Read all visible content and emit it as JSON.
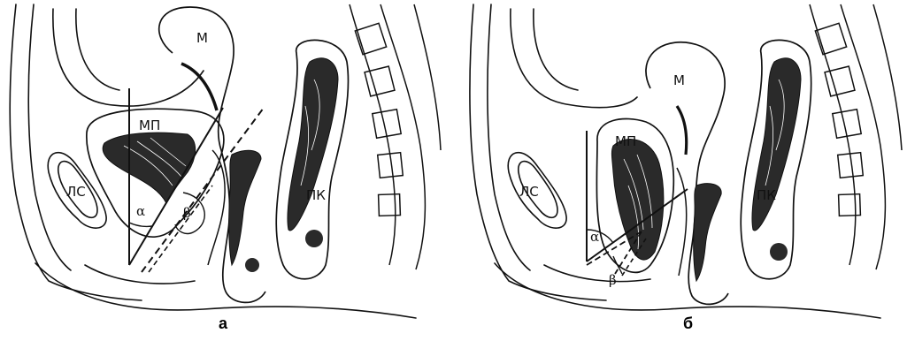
{
  "panels": [
    {
      "caption": "а",
      "labels": {
        "uterus": "М",
        "bladder": "МП",
        "pubic_symphysis": "ЛС",
        "rectum": "ПК",
        "alpha": "α",
        "beta": "β"
      }
    },
    {
      "caption": "б",
      "labels": {
        "uterus": "М",
        "bladder": "МП",
        "pubic_symphysis": "ЛС",
        "rectum": "ПК",
        "alpha": "α",
        "beta": "β"
      }
    }
  ],
  "colors": {
    "ink": "#111111",
    "background": "#ffffff",
    "shade": "#2a2a2a"
  }
}
